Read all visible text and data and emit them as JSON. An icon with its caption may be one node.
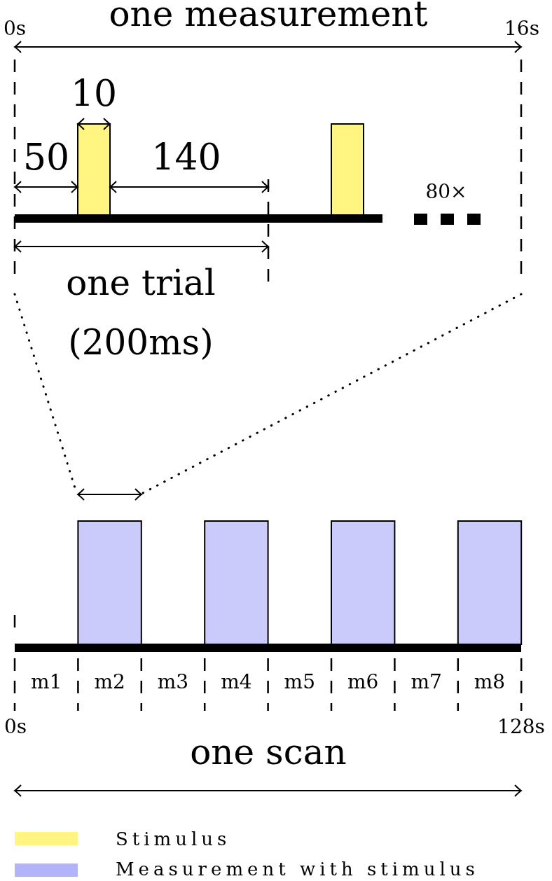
{
  "diagram": {
    "nodes": [
      {
        "text": [],
        "shape": "bar"
      },
      {
        "text": [],
        "shape": "bar"
      },
      {
        "text": [],
        "shape": "bar"
      },
      {
        "text": [],
        "shape": "bar"
      },
      {
        "text": [],
        "shape": "bar"
      },
      {
        "text": [],
        "shape": "bar"
      }
    ],
    "labels": [
      "one measurement",
      "0s",
      "16s",
      "10",
      "50",
      "140",
      "80×",
      "one trial (200ms)",
      "m1",
      "m2",
      "m3",
      "m4",
      "m5",
      "m6",
      "m7",
      "m8",
      "0s",
      "128s",
      "one scan"
    ],
    "legend": [
      {
        "text": "Stimulus",
        "color": "#fff580"
      },
      {
        "text": "Measurement with stimulus",
        "color": "#b3b3fa"
      }
    ]
  }
}
